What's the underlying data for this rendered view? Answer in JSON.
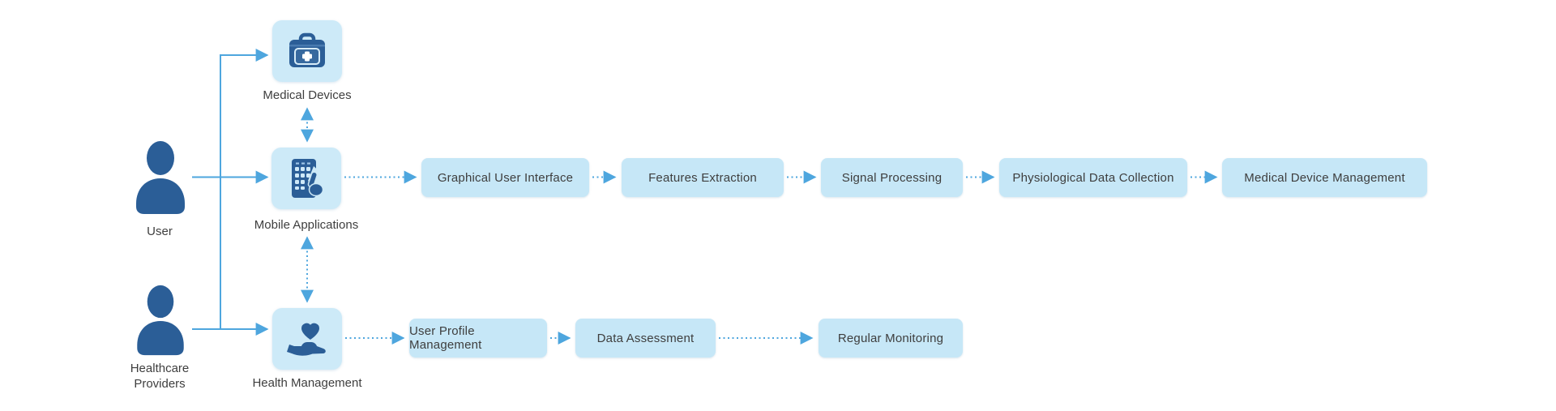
{
  "actors": [
    {
      "id": "user",
      "label": "User",
      "icon": "person-icon"
    },
    {
      "id": "healthcare-providers",
      "label": "Healthcare\nProviders",
      "icon": "person-icon"
    }
  ],
  "nodes": [
    {
      "id": "medical-devices",
      "label": "Medical Devices",
      "icon": "first-aid-kit-icon"
    },
    {
      "id": "mobile-applications",
      "label": "Mobile Applications",
      "icon": "mobile-app-icon"
    },
    {
      "id": "health-management",
      "label": "Health Management",
      "icon": "hand-heart-icon"
    }
  ],
  "flows": {
    "top": [
      "Graphical User Interface",
      "Features Extraction",
      "Signal Processing",
      "Physiological Data Collection",
      "Medical Device Management"
    ],
    "bottom": [
      "User Profile Management",
      "Data Assessment",
      "Regular Monitoring"
    ]
  },
  "colors": {
    "tile_fill": "#cdeaf8",
    "flow_box_fill": "#c6e7f7",
    "arrow_blue": "#4ea6de",
    "icon_navy": "#2b5e97",
    "text": "#3e3e3e"
  }
}
